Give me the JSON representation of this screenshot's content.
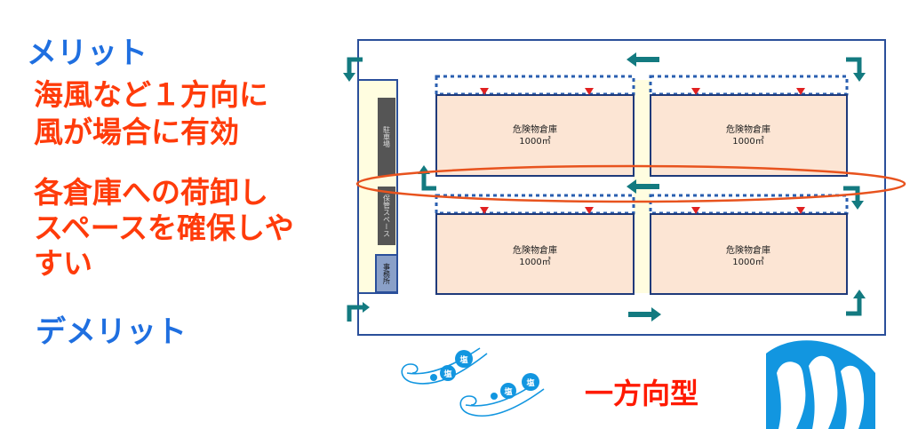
{
  "merit_heading": "メリット",
  "merit_lines": [
    "海風など１方向に",
    "風が場合に有効",
    "各倉庫への荷卸し",
    "スペースを確保しや",
    "すい"
  ],
  "demerit_heading": "デメリット",
  "diagram": {
    "warehouses": [
      {
        "name": "危険物倉庫",
        "area": "1000㎡"
      },
      {
        "name": "危険物倉庫",
        "area": "1000㎡"
      },
      {
        "name": "危険物倉庫",
        "area": "1000㎡"
      },
      {
        "name": "危険物倉庫",
        "area": "1000㎡"
      }
    ],
    "parking_label": "駐車場",
    "storage_space_label": "保管スペース",
    "office_label": "事務所",
    "salt_label": "塩",
    "type_label": "一方向型",
    "colors": {
      "warehouse_fill": "#fce5d4",
      "outline": "#1f3a7a",
      "arrow": "#137a80",
      "ellipse": "#e8531e",
      "wave": "#1296e0",
      "marker": "#e02020"
    }
  }
}
